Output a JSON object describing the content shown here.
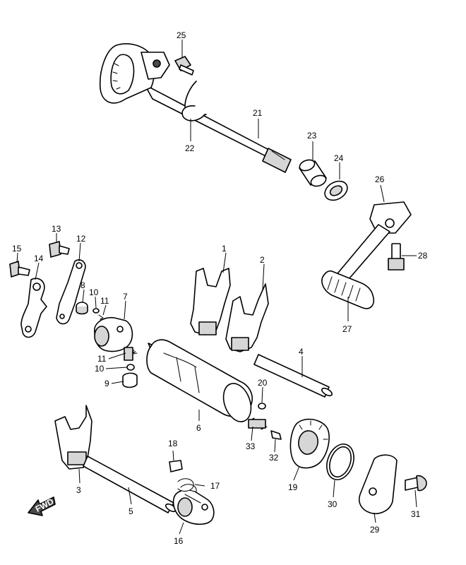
{
  "callouts": [
    {
      "id": "c1",
      "text": "1"
    },
    {
      "id": "c2",
      "text": "2"
    },
    {
      "id": "c3",
      "text": "3"
    },
    {
      "id": "c4",
      "text": "4"
    },
    {
      "id": "c5",
      "text": "5"
    },
    {
      "id": "c6",
      "text": "6"
    },
    {
      "id": "c7",
      "text": "7"
    },
    {
      "id": "c8",
      "text": "8"
    },
    {
      "id": "c9",
      "text": "9"
    },
    {
      "id": "c10a",
      "text": "10"
    },
    {
      "id": "c10b",
      "text": "10"
    },
    {
      "id": "c11a",
      "text": "11"
    },
    {
      "id": "c11b",
      "text": "11"
    },
    {
      "id": "c12",
      "text": "12"
    },
    {
      "id": "c13",
      "text": "13"
    },
    {
      "id": "c14",
      "text": "14"
    },
    {
      "id": "c15",
      "text": "15"
    },
    {
      "id": "c16",
      "text": "16"
    },
    {
      "id": "c17",
      "text": "17"
    },
    {
      "id": "c18",
      "text": "18"
    },
    {
      "id": "c19",
      "text": "19"
    },
    {
      "id": "c20",
      "text": "20"
    },
    {
      "id": "c21",
      "text": "21"
    },
    {
      "id": "c22",
      "text": "22"
    },
    {
      "id": "c23",
      "text": "23"
    },
    {
      "id": "c24",
      "text": "24"
    },
    {
      "id": "c25",
      "text": "25"
    },
    {
      "id": "c26",
      "text": "26"
    },
    {
      "id": "c27",
      "text": "27"
    },
    {
      "id": "c28",
      "text": "28"
    },
    {
      "id": "c29",
      "text": "29"
    },
    {
      "id": "c30",
      "text": "30"
    },
    {
      "id": "c31",
      "text": "31"
    },
    {
      "id": "c32",
      "text": "32"
    },
    {
      "id": "c33",
      "text": "33"
    }
  ],
  "fwd_marker": {
    "text": "FWD"
  }
}
